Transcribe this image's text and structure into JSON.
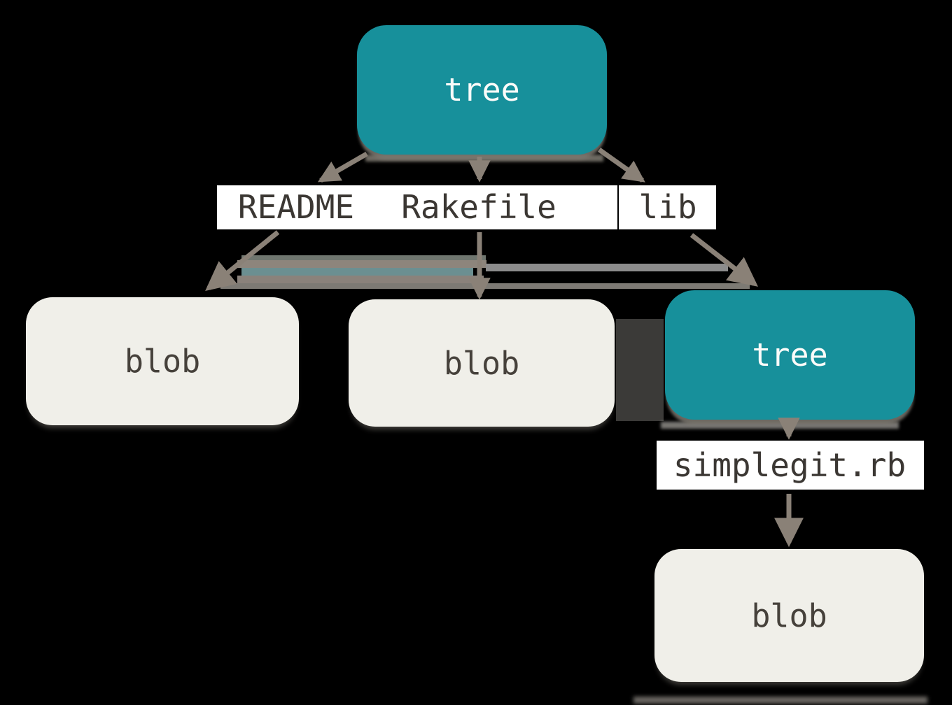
{
  "diagram": {
    "description": "Git data model: tree and blob objects",
    "nodes": [
      {
        "id": "tree-root",
        "label": "tree",
        "type": "tree"
      },
      {
        "id": "blob-readme",
        "label": "blob",
        "type": "blob"
      },
      {
        "id": "blob-rakefile",
        "label": "blob",
        "type": "blob"
      },
      {
        "id": "tree-lib",
        "label": "tree",
        "type": "tree"
      },
      {
        "id": "blob-simplegit",
        "label": "blob",
        "type": "blob"
      }
    ],
    "edge_labels": [
      {
        "id": "readme",
        "text": "README"
      },
      {
        "id": "rakefile",
        "text": "Rakefile"
      },
      {
        "id": "lib",
        "text": "lib"
      },
      {
        "id": "simplegit",
        "text": "simplegit.rb"
      }
    ],
    "edges": [
      {
        "from": "tree-root",
        "to": "blob-readme",
        "label": "README"
      },
      {
        "from": "tree-root",
        "to": "blob-rakefile",
        "label": "Rakefile"
      },
      {
        "from": "tree-root",
        "to": "tree-lib",
        "label": "lib"
      },
      {
        "from": "tree-lib",
        "to": "blob-simplegit",
        "label": "simplegit.rb"
      }
    ],
    "colors": {
      "tree_fill": "#17909b",
      "blob_fill": "#f0efe9",
      "label_background": "#ffffff",
      "label_text": "#3b3733",
      "tree_text": "#fbfbf9",
      "blob_text": "#46413b",
      "arrow": "#8a8177",
      "background": "#000000"
    }
  }
}
